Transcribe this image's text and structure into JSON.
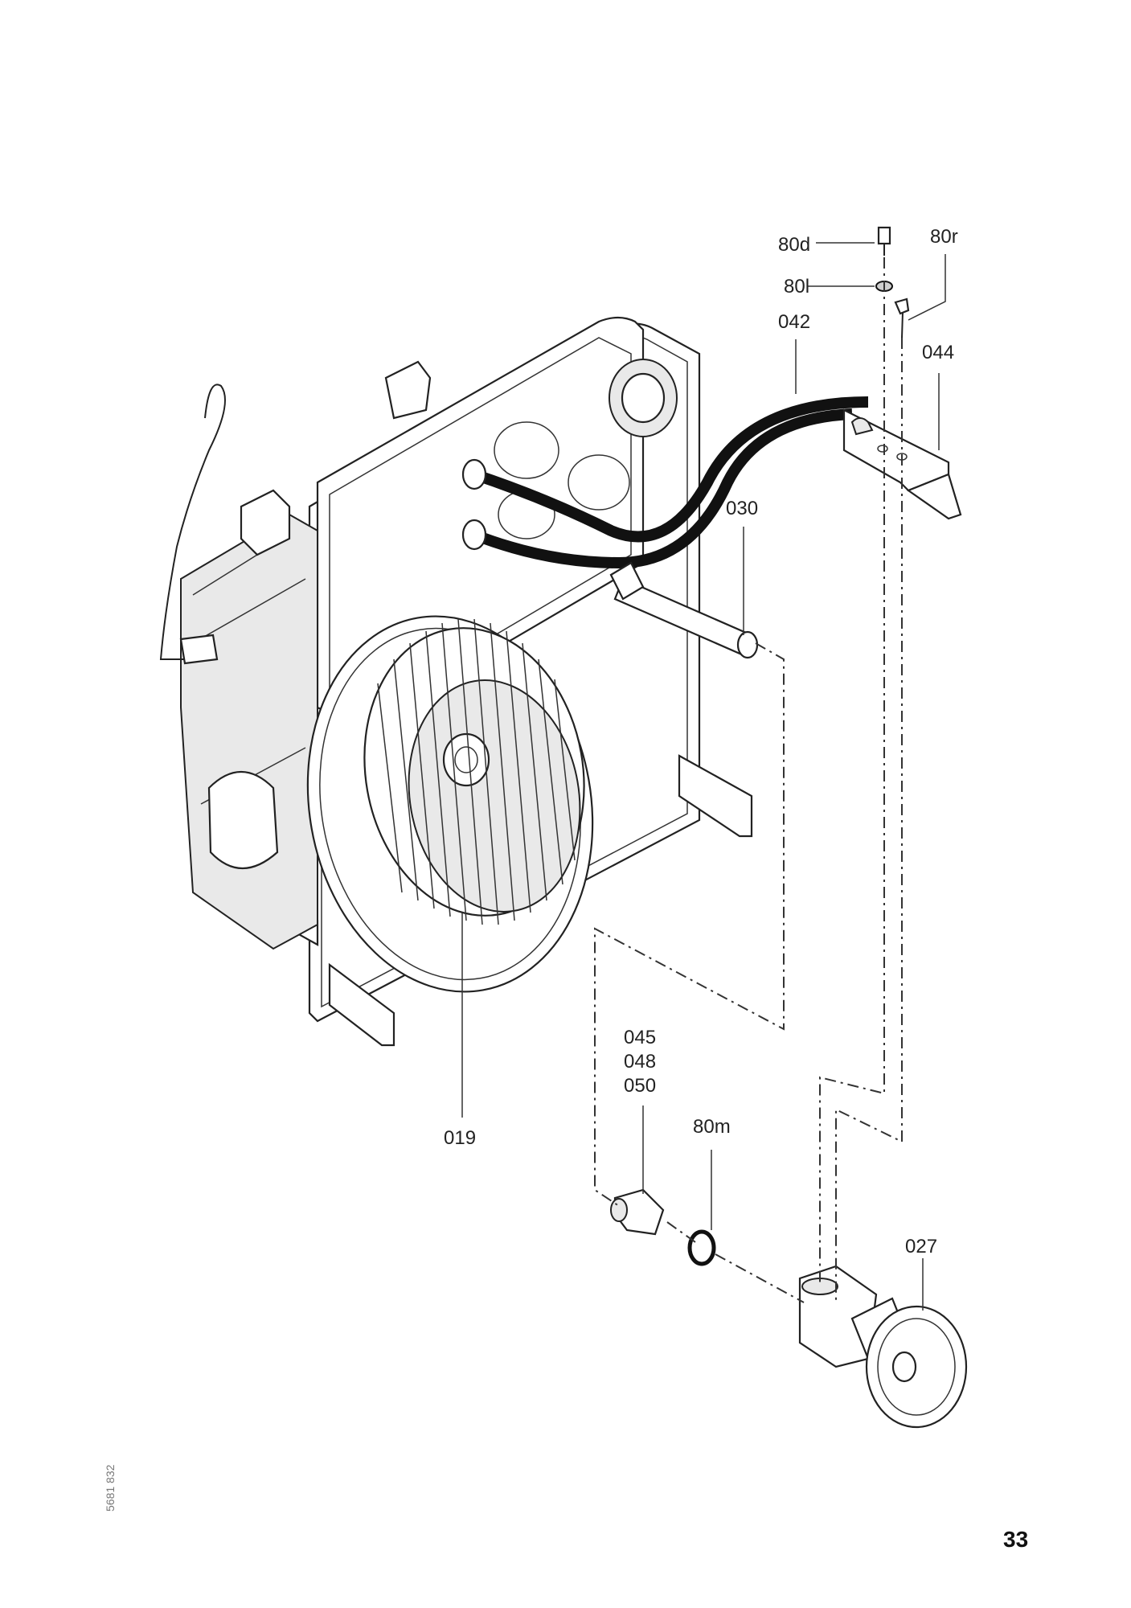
{
  "page_number": "33",
  "drawing_code": "5681 832",
  "callouts": {
    "c_80d": "80d",
    "c_80r": "80r",
    "c_80l": "80l",
    "c_042": "042",
    "c_044": "044",
    "c_030": "030",
    "c_045": "045",
    "c_048": "048",
    "c_050": "050",
    "c_80m": "80m",
    "c_019": "019",
    "c_027": "027"
  }
}
